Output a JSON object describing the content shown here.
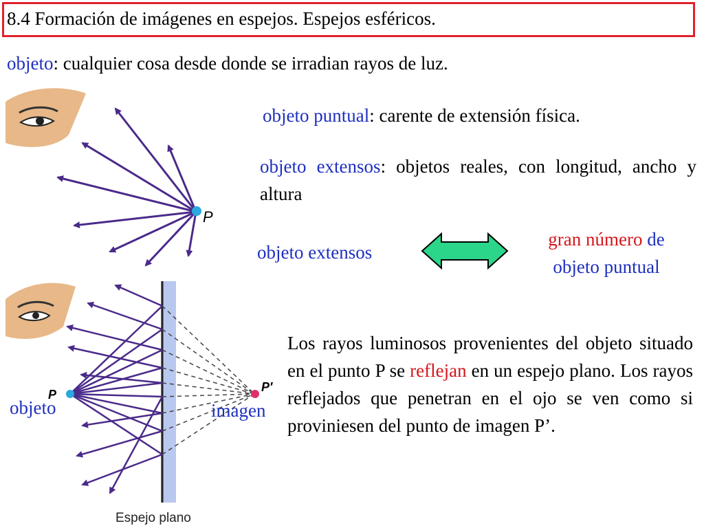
{
  "title": "8.4 Formación de imágenes en espejos. Espejos esféricos.",
  "objeto_def": {
    "term": "objeto",
    "rest": ": cualquier cosa desde donde se irradian rayos de luz."
  },
  "puntual_def": {
    "term": "objeto puntual",
    "rest": ": carente de extensión física."
  },
  "extensos_def": {
    "term": "objeto extensos",
    "rest": ": objetos reales, con longitud, ancho y altura"
  },
  "equivalence": {
    "left": "objeto extensos",
    "right_red": "gran número",
    "right_blue_1": " de",
    "right_blue_2": "objeto puntual"
  },
  "figure_top": {
    "point_label": "P"
  },
  "figure_bottom": {
    "point_label": "P",
    "image_label": "P′",
    "caption": "Espejo plano",
    "objeto_label": "objeto",
    "imagen_label": "imagen"
  },
  "explanation": {
    "part1": "Los rayos luminosos provenientes del objeto situado en el punto P se ",
    "highlight": "reflejan",
    "part2": " en un espejo plano. Los rayos reflejados que penetran en el ojo se ven como si proviniesen del punto de imagen P’."
  },
  "colors": {
    "title_border": "#e0202a",
    "term_blue": "#1e2fbf",
    "highlight_red": "#d4161c",
    "ray_purple": "#4a2a8a",
    "arrow_green": "#2bd68a",
    "mirror_blue": "#b9c8ee",
    "skin": "#e8b888"
  }
}
